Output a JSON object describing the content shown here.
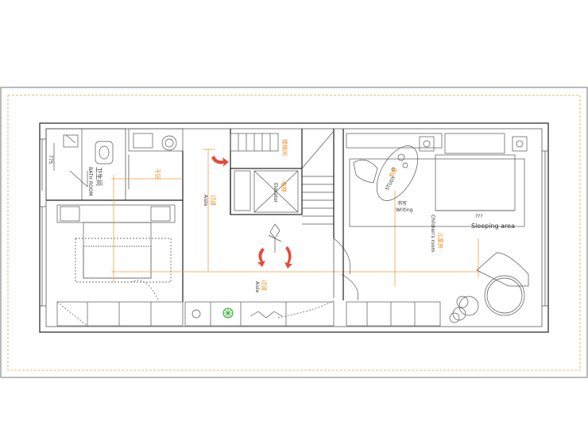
{
  "labels": {
    "bath_cn": "卫生间",
    "bath_en": "BATH ROOM",
    "wall_mark": "775",
    "dry_area": "干区",
    "aisle_v": "过道",
    "aisle_v_en": "Aisle",
    "stair": "楼梯间",
    "elevator": "电梯",
    "elevator_en": "Elevator",
    "study_cn": "书房",
    "study_en": "STUDY",
    "writing_cn": "书写",
    "writing_en": "Writing",
    "sleep_cn": "儿童房",
    "sleep_en": "Children's room",
    "question": "???",
    "sleeping_area": "Sleeping area",
    "aisle_h": "过道",
    "aisle_h_en": "Aisle"
  },
  "colors": {
    "wall": "#222222",
    "dimension": "#f0a040",
    "label": "#f08a20",
    "arrow": "#e84a3a"
  }
}
